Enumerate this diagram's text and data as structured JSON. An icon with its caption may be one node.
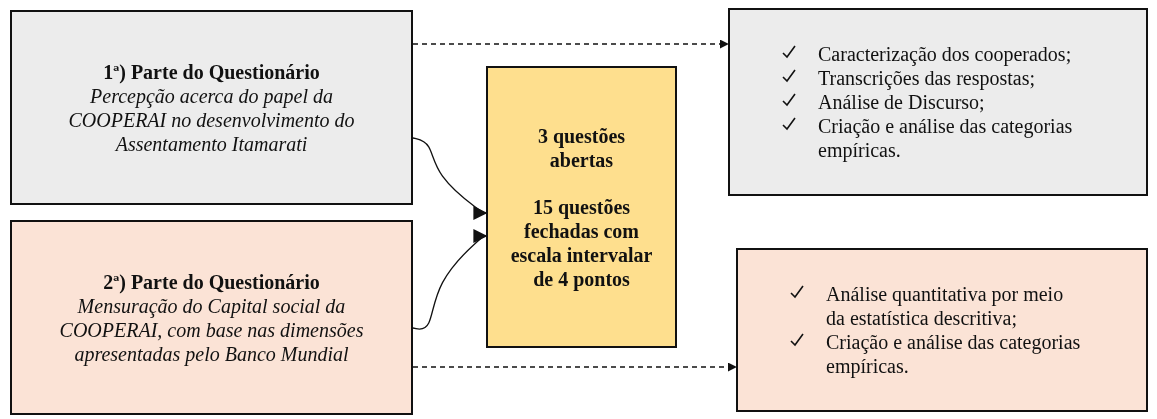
{
  "diagram": {
    "nodes": [
      {
        "text": [
          "1ª) Parte do Questionário",
          "Percepção acerca do papel da COOPERAI no desenvolvimento do Assentamento Itamarati"
        ]
      },
      {
        "text": [
          "2ª) Parte do Questionário",
          "Mensuração do Capital social da COOPERAI, com base nas dimensões apresentadas pelo Banco Mundial"
        ]
      },
      {
        "text": [
          "3 questões abertas",
          "15 questões fechadas com escala intervalar de 4 pontos"
        ]
      },
      {
        "text": [
          "Caracterização dos cooperados;",
          "Transcrições das respostas;",
          "Análise de Discurso;",
          "Criação e análise das categorias empíricas."
        ]
      },
      {
        "text": [
          "Análise quantitativa por meio da estatística descritiva;",
          "Criação e análise das categorias empíricas."
        ]
      }
    ],
    "edges": [
      {
        "from": 0,
        "to": 3,
        "arrow": "to",
        "style": "dashed"
      },
      {
        "from": 0,
        "to": 2,
        "arrow": "to"
      },
      {
        "from": 1,
        "to": 2,
        "arrow": "to"
      },
      {
        "from": 1,
        "to": 4,
        "arrow": "to",
        "style": "dashed"
      }
    ]
  }
}
